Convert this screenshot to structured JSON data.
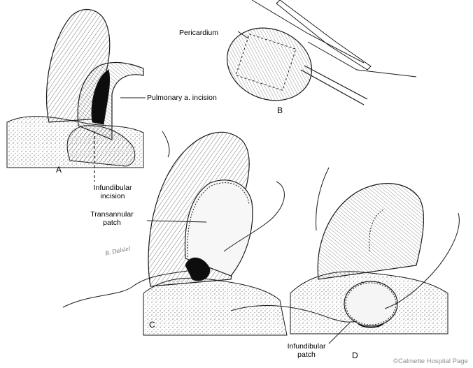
{
  "labels": {
    "pericardium": "Pericardium",
    "pulmonary_incision": "Pulmonary a. incision",
    "infundibular_incision_1": "Infundibular",
    "infundibular_incision_2": "incision",
    "transannular_1": "Transannular",
    "transannular_2": "patch",
    "infundibular_patch_1": "Infundibular",
    "infundibular_patch_2": "patch"
  },
  "panels": {
    "a": "A",
    "b": "B",
    "c": "C",
    "d": "D"
  },
  "signature": "R. Dalsiel",
  "watermark": "©Calmette Hospital Page",
  "colors": {
    "ink": "#1a1a1a",
    "hatch": "#555555",
    "dark": "#0d0d0d",
    "watermark": "#8c8c8c"
  }
}
